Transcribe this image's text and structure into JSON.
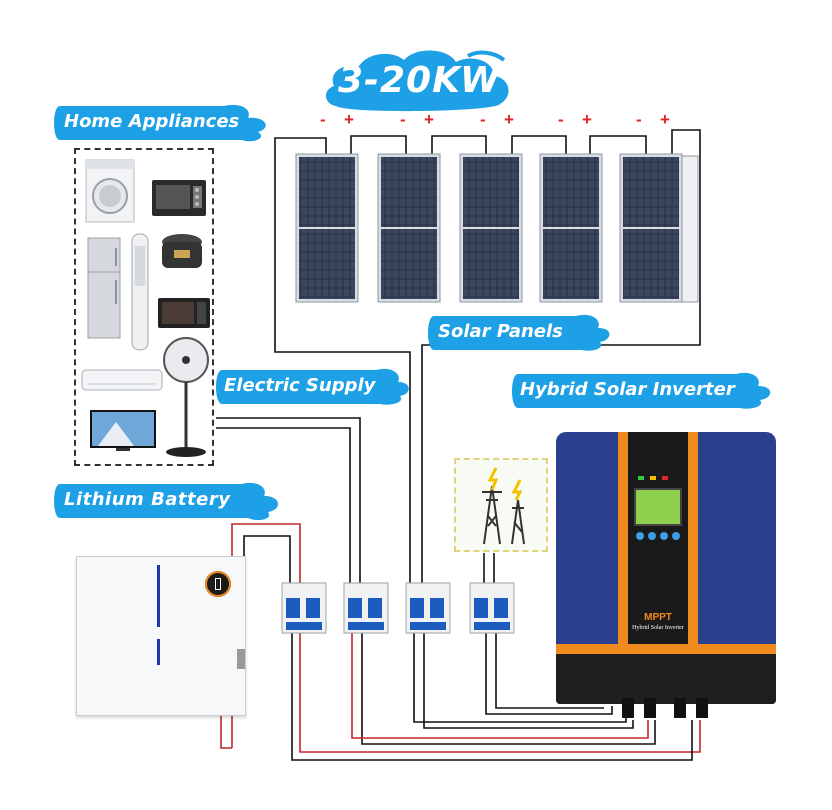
{
  "banners": {
    "power": "3-20KW",
    "home_appliances": "Home Appliances",
    "solar_panels": "Solar Panels",
    "electric_supply": "Electric Supply",
    "hybrid_inverter": "Hybrid Solar Inverter",
    "lithium_battery": "Lithium Battery"
  },
  "panel_terminals": [
    {
      "minus": "-",
      "plus": "+"
    },
    {
      "minus": "-",
      "plus": "+"
    },
    {
      "minus": "-",
      "plus": "+"
    },
    {
      "minus": "-",
      "plus": "+"
    },
    {
      "minus": "-",
      "plus": "+"
    }
  ],
  "inverter": {
    "badge": "MPPT",
    "subtitle": "Hybrid Solar Inverter"
  },
  "appliances": [
    "washing-machine",
    "toaster-oven",
    "refrigerator",
    "tower-air-conditioner",
    "rice-cooker",
    "microwave",
    "split-air-conditioner",
    "standing-fan",
    "television"
  ],
  "colors": {
    "banner_blue": "#1ea0e6",
    "inverter_blue": "#2b3f8f",
    "inverter_orange": "#f08a1c",
    "wire_red": "#c0262a",
    "wire_black": "#111111",
    "breaker_blue": "#1e5bbf"
  }
}
